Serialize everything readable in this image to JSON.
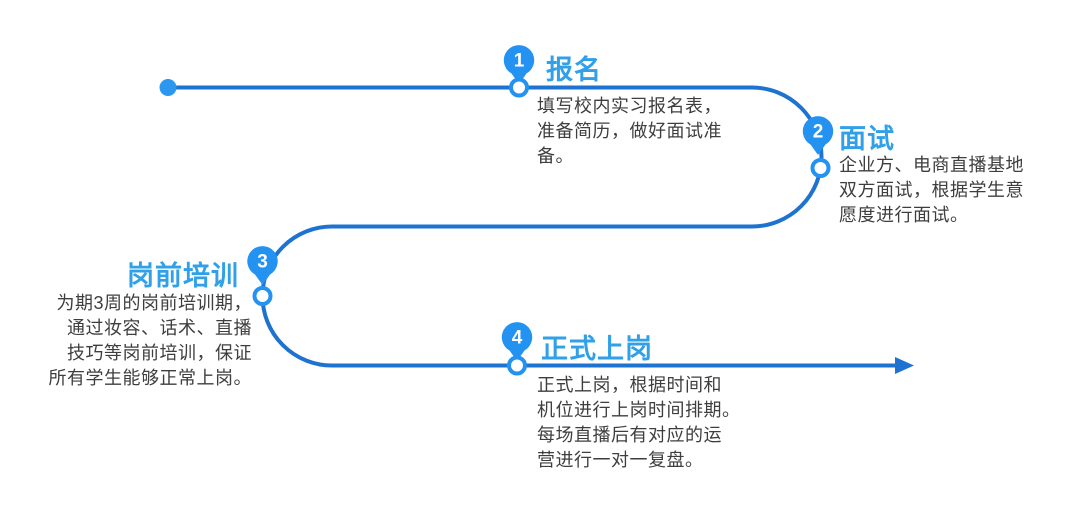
{
  "diagram": {
    "type": "process-flow-timeline",
    "background": "#ffffff",
    "colors": {
      "line": "#1e72d0",
      "pin": "#2392f0",
      "title": "#30a0e9",
      "body_text": "#3e3e3e",
      "pin_number": "#ffffff",
      "node_fill": "#ffffff"
    },
    "icons": [
      "start-dot-icon",
      "location-pin-icon",
      "node-circle-icon",
      "arrowhead-icon"
    ],
    "steps": [
      {
        "number": "1",
        "title": "报名",
        "description": "填写校内实习报名表，\n准备简历，做好面试准\n备。"
      },
      {
        "number": "2",
        "title": "面试",
        "description": "企业方、电商直播基地\n双方面试，根据学生意\n愿度进行面试。"
      },
      {
        "number": "3",
        "title": "岗前培训",
        "description": "为期3周的岗前培训期，\n通过妆容、话术、直播\n技巧等岗前培训，保证\n所有学生能够正常上岗。"
      },
      {
        "number": "4",
        "title": "正式上岗",
        "description": "正式上岗，根据时间和\n机位进行上岗时间排期。\n每场直播后有对应的运\n营进行一对一复盘。"
      }
    ]
  }
}
